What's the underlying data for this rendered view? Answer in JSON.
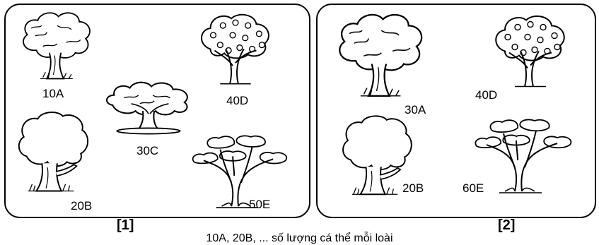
{
  "panels": [
    {
      "label": "[1]",
      "trees": [
        {
          "label": "10A",
          "icon": "leafy-tree-icon"
        },
        {
          "label": "40D",
          "icon": "fruit-tree-icon"
        },
        {
          "label": "30C",
          "icon": "spreading-tree-icon"
        },
        {
          "label": "20B",
          "icon": "bushy-tree-icon"
        },
        {
          "label": "50E",
          "icon": "acacia-tree-icon"
        }
      ]
    },
    {
      "label": "[2]",
      "trees": [
        {
          "label": "30A",
          "icon": "leafy-tree-icon"
        },
        {
          "label": "40D",
          "icon": "fruit-tree-icon"
        },
        {
          "label": "20B",
          "icon": "bushy-tree-icon"
        },
        {
          "label": "60E",
          "icon": "acacia-tree-icon"
        }
      ]
    }
  ],
  "caption": "10A, 20B, ... số lượng cá thể mỗi loài"
}
